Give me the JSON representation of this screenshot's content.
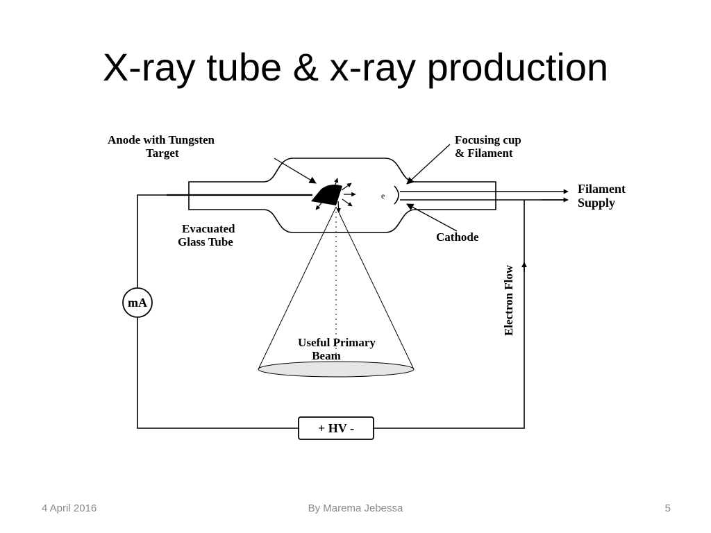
{
  "slide": {
    "title": "X-ray tube & x-ray production"
  },
  "diagram": {
    "labels": {
      "anode_line1": "Anode with Tungsten",
      "anode_line2": "Target",
      "focusing_line1": "Focusing cup",
      "focusing_line2": "& Filament",
      "filament_line1": "Filament",
      "filament_line2": "Supply",
      "evacuated_line1": "Evacuated",
      "evacuated_line2": "Glass Tube",
      "cathode": "Cathode",
      "electron_flow": "Electron Flow",
      "beam_line1": "Useful Primary",
      "beam_line2": "Beam",
      "ammeter": "mA",
      "high_voltage": "+ HV -",
      "electron_symbol": "e"
    }
  },
  "footer": {
    "date": "4 April 2016",
    "author": "By Marema Jebessa",
    "page_number": "5"
  }
}
